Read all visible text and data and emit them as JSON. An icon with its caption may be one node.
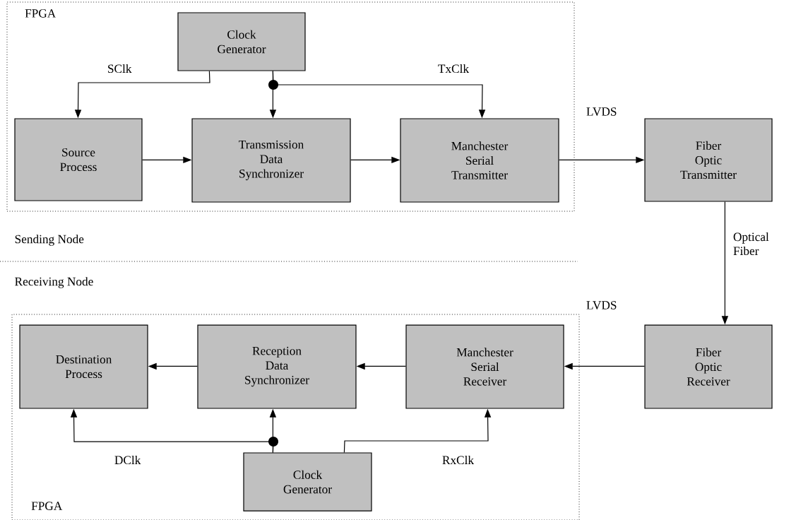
{
  "diagram": {
    "nodes": [
      {
        "text": [
          "FPGA"
        ]
      },
      {
        "text": [
          "Clock Generator"
        ],
        "in": 0
      },
      {
        "text": [
          "Source Process"
        ],
        "in": 0
      },
      {
        "text": [
          "Transmission Data Synchronizer"
        ],
        "in": 0
      },
      {
        "text": [
          "Manchester Serial Transmitter"
        ],
        "in": 0
      },
      {
        "text": [
          "Fiber Optic Transmitter"
        ]
      },
      {
        "text": [
          "FPGA"
        ]
      },
      {
        "text": [
          "Destination Process"
        ],
        "in": 6
      },
      {
        "text": [
          "Reception Data Synchronizer"
        ],
        "in": 6
      },
      {
        "text": [
          "Manchester Serial Receiver"
        ],
        "in": 6
      },
      {
        "text": [
          "Clock Generator"
        ],
        "in": 6
      },
      {
        "text": [
          "Fiber Optic Receiver"
        ]
      }
    ],
    "edges": [
      {
        "from": 1,
        "to": 2,
        "arrow": "to",
        "label": "SClk"
      },
      {
        "from": 1,
        "to": 3,
        "arrow": "to"
      },
      {
        "from": 1,
        "to": 4,
        "arrow": "to",
        "label": "TxClk"
      },
      {
        "from": 2,
        "to": 3,
        "arrow": "to"
      },
      {
        "from": 3,
        "to": 4,
        "arrow": "to"
      },
      {
        "from": 4,
        "to": 5,
        "arrow": "to",
        "label": "LVDS"
      },
      {
        "from": 5,
        "to": 11,
        "arrow": "to",
        "label": "Optical Fiber"
      },
      {
        "from": 11,
        "to": 9,
        "arrow": "to",
        "label": "LVDS"
      },
      {
        "from": 9,
        "to": 8,
        "arrow": "to"
      },
      {
        "from": 8,
        "to": 7,
        "arrow": "to"
      },
      {
        "from": 10,
        "to": 7,
        "arrow": "to",
        "label": "DClk"
      },
      {
        "from": 10,
        "to": 8,
        "arrow": "to"
      },
      {
        "from": 10,
        "to": 9,
        "arrow": "to",
        "label": "RxClk"
      }
    ],
    "labels": [
      "Sending Node",
      "Receiving Node"
    ]
  }
}
